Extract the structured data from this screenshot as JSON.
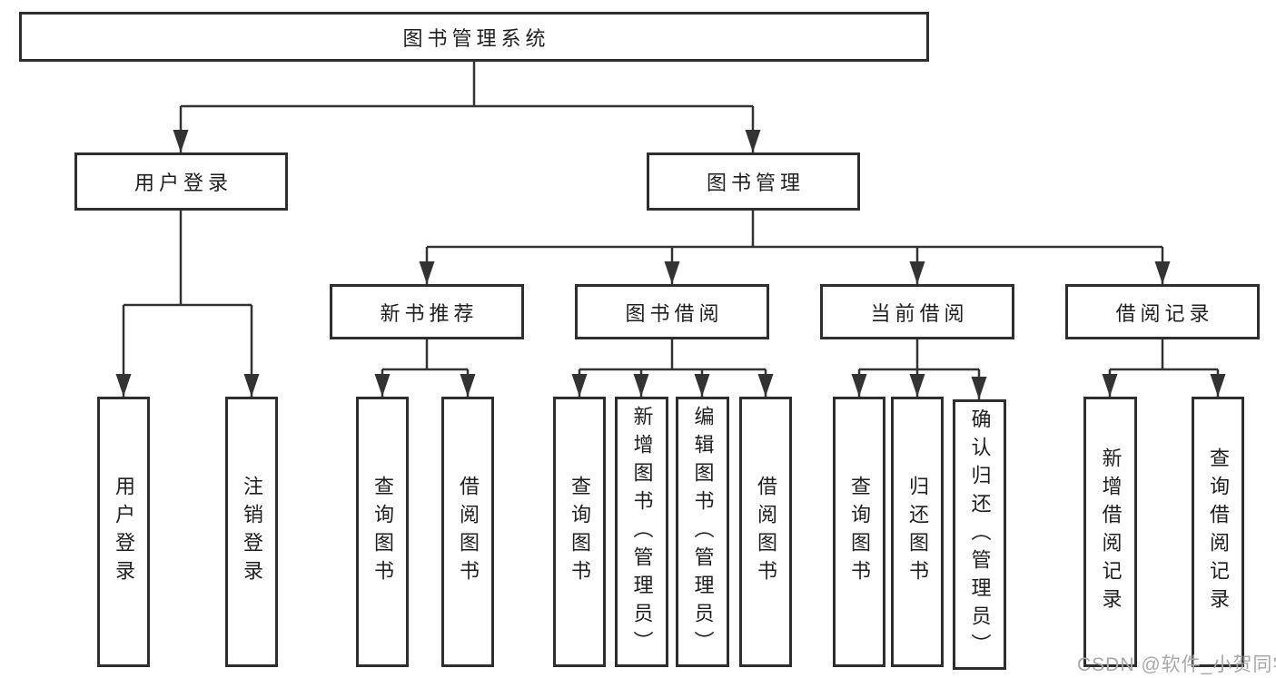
{
  "colors": {
    "line": "#333333",
    "box_border": "#2e2e2e",
    "text": "#1f1f1f",
    "watermark": "#a8a8a8",
    "bg": "#ffffff"
  },
  "tree": {
    "root": "图书管理系统",
    "level2": {
      "user_login": "用户登录",
      "book_mgmt": "图书管理"
    },
    "user_login_children": {
      "login": "用户登录",
      "logout": "注销登录"
    },
    "book_mgmt_children": {
      "new_books": "新书推荐",
      "book_borrow": "图书借阅",
      "current_borrow": "当前借阅",
      "borrow_records": "借阅记录"
    },
    "new_books_children": {
      "query_books": "查询图书",
      "borrow_books": "借阅图书"
    },
    "book_borrow_children": {
      "query_books": "查询图书",
      "add_books": "新增图书（管理员）",
      "edit_books": "编辑图书（管理员）",
      "borrow_books": "借阅图书"
    },
    "current_borrow_children": {
      "query_books": "查询图书",
      "return_books": "归还图书",
      "confirm_return": "确认归还（管理员）"
    },
    "borrow_records_children": {
      "add_record": "新增借阅记录",
      "query_record": "查询借阅记录"
    }
  },
  "watermark": "CSDN @软件_小贺同学"
}
